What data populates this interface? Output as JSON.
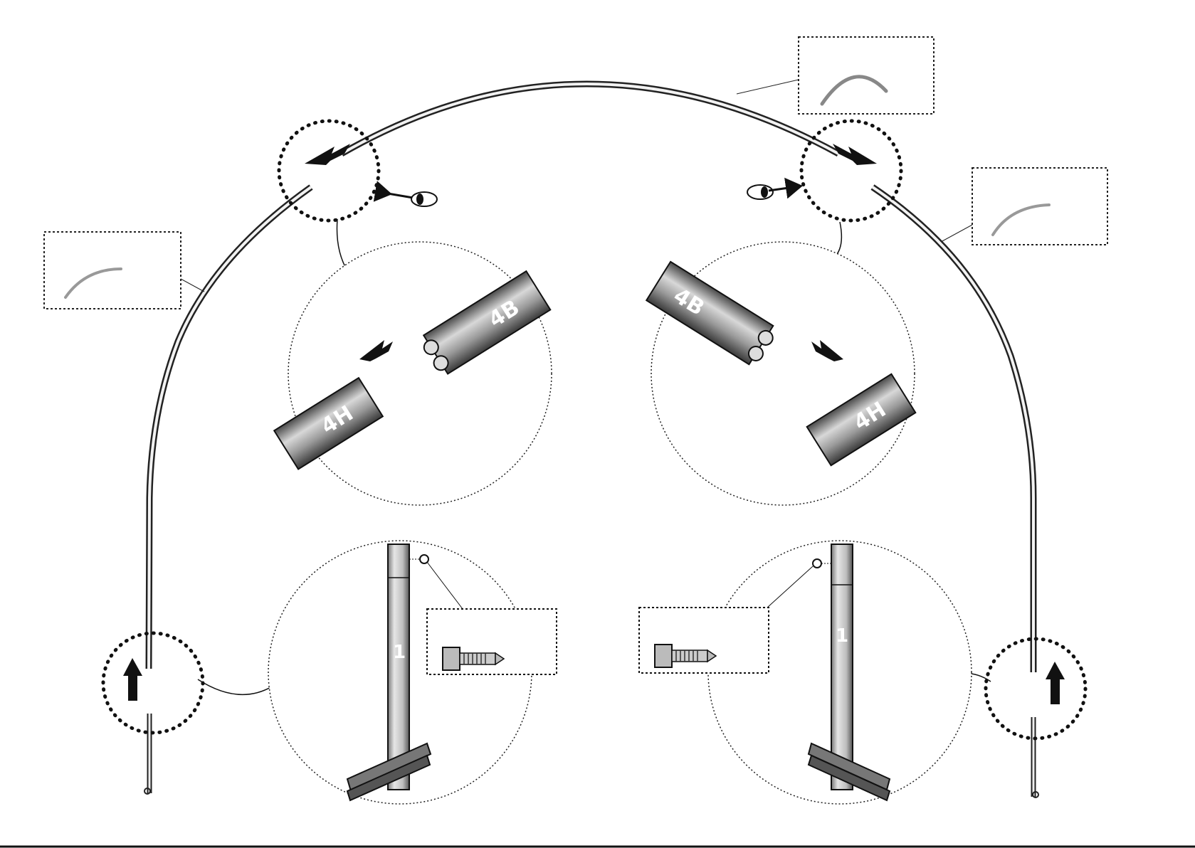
{
  "diagram": {
    "part_labels": {
      "upper_left_tube": "4B",
      "lower_left_tube": "4H",
      "upper_right_tube": "4B",
      "lower_right_tube": "4H",
      "left_post": "1",
      "right_post": "1"
    }
  }
}
